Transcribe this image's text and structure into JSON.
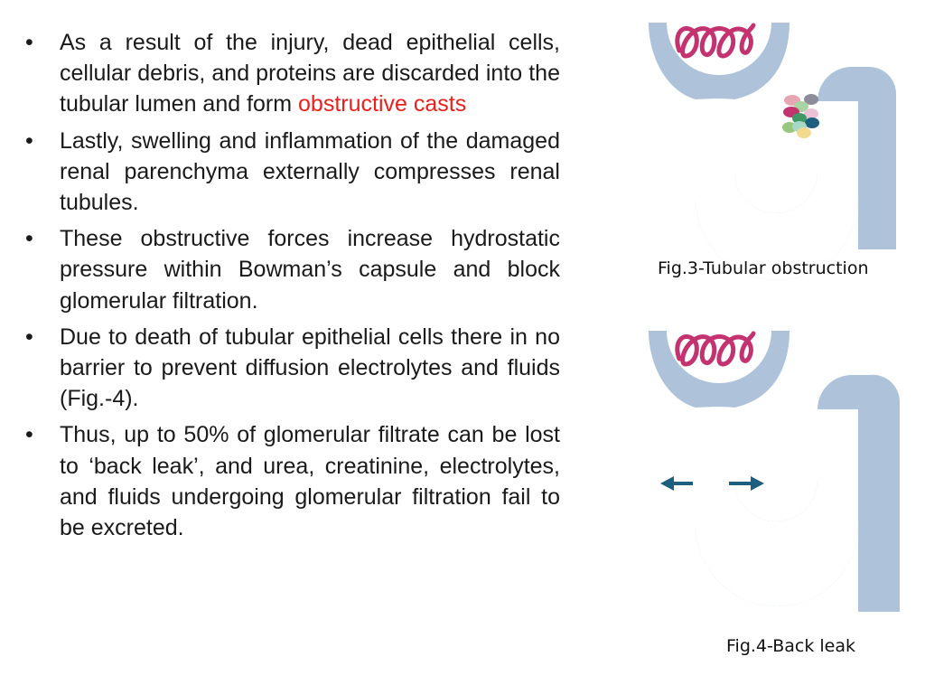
{
  "bullets": [
    {
      "marker": "•",
      "text": "As a result of the injury, dead epithelial cells, cellular debris, and proteins are discarded into the tubular lumen and form ",
      "highlight": "obstructive casts"
    },
    {
      "marker": "•",
      "text": "Lastly, swelling and inflammation of the damaged renal parenchyma externally compresses renal tubules."
    },
    {
      "marker": "•",
      "text": " These obstructive forces increase hydrostatic pressure within Bowman’s capsule and block glomerular filtration."
    },
    {
      "marker": "•",
      "text": "Due to death of tubular epithelial cells there in no barrier to prevent diffusion electrolytes and fluids (Fig.-4)."
    },
    {
      "marker": "•",
      "text": "Thus, up to 50% of glomerular filtrate can be lost to ‘back leak’, and urea, creatinine, electrolytes, and fluids undergoing glomerular filtration fail to be excreted."
    }
  ],
  "figures": {
    "fig3": {
      "caption": "Fig.3-Tubular obstruction",
      "icon": "tubule-obstruction-icon"
    },
    "fig4": {
      "caption": "Fig.4-Back leak",
      "icon": "tubule-back-leak-icon"
    }
  },
  "colors": {
    "text": "#1a1a1a",
    "highlight": "#e8201e",
    "tubule": "#aec2da",
    "glomerulus": "#c2336f",
    "arrow": "#1e5f80",
    "cast_cells": [
      "#e7a6b4",
      "#8c8c9a",
      "#a7d4a0",
      "#c2336f",
      "#e9c2d7",
      "#3e9966",
      "#1e5f80",
      "#97c77e",
      "#a8d8c5",
      "#f1d98e"
    ]
  }
}
